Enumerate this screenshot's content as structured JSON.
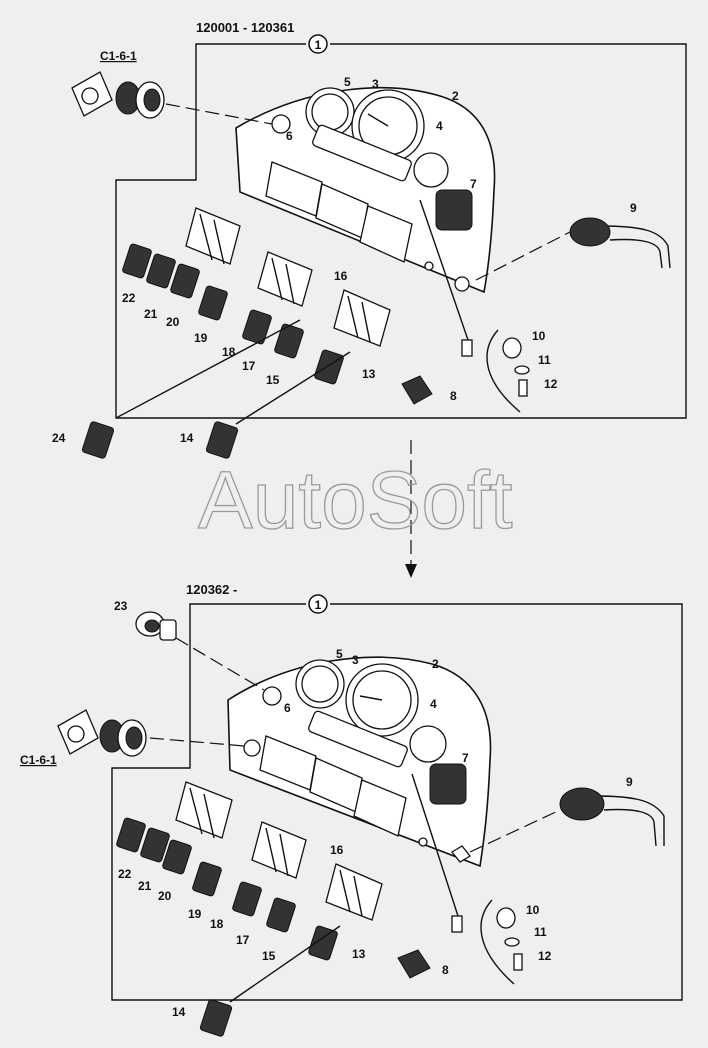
{
  "watermark": "AutoSoft",
  "views": [
    {
      "range": "120001 - 120361",
      "callout": "1",
      "ref": "C1-6-1",
      "labels": [
        "2",
        "3",
        "4",
        "5",
        "6",
        "7",
        "8",
        "9",
        "10",
        "11",
        "12",
        "13",
        "14",
        "15",
        "16",
        "17",
        "18",
        "19",
        "20",
        "21",
        "22",
        "24"
      ]
    },
    {
      "range": "120362 -",
      "callout": "1",
      "ref": "C1-6-1",
      "labels": [
        "2",
        "3",
        "4",
        "5",
        "6",
        "7",
        "8",
        "9",
        "10",
        "11",
        "12",
        "13",
        "14",
        "15",
        "16",
        "17",
        "18",
        "19",
        "20",
        "21",
        "22",
        "23"
      ]
    }
  ]
}
